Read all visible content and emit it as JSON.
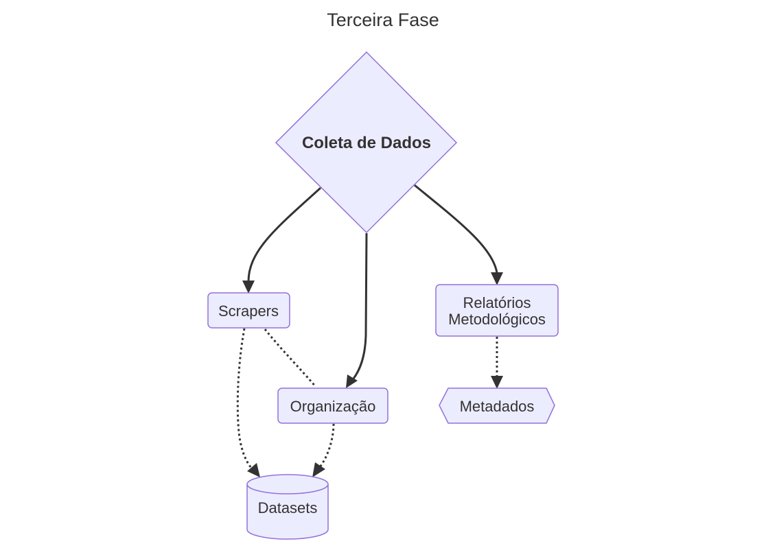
{
  "title": "Terceira Fase",
  "colors": {
    "node_fill": "#ECECFF",
    "node_stroke": "#9370DB",
    "edge": "#333333",
    "text": "#333333"
  },
  "nodes": {
    "coleta": {
      "label": "Coleta de Dados",
      "shape": "diamond"
    },
    "scrapers": {
      "label": "Scrapers",
      "shape": "rounded-rectangle"
    },
    "relatorios": {
      "label_line1": "Relatórios",
      "label_line2": "Metodológicos",
      "shape": "rounded-rectangle"
    },
    "organizacao": {
      "label": "Organização",
      "shape": "rounded-rectangle"
    },
    "metadados": {
      "label": "Metadados",
      "shape": "hexagon"
    },
    "datasets": {
      "label": "Datasets",
      "shape": "cylinder"
    }
  },
  "edges": [
    {
      "from": "Coleta de Dados",
      "to": "Scrapers",
      "style": "solid",
      "arrow": true
    },
    {
      "from": "Coleta de Dados",
      "to": "Organização",
      "style": "solid",
      "arrow": true
    },
    {
      "from": "Coleta de Dados",
      "to": "Relatórios Metodológicos",
      "style": "solid",
      "arrow": true
    },
    {
      "from": "Scrapers",
      "to": "Organização",
      "style": "dotted",
      "arrow": false
    },
    {
      "from": "Scrapers",
      "to": "Datasets",
      "style": "dotted",
      "arrow": true
    },
    {
      "from": "Organização",
      "to": "Datasets",
      "style": "dotted",
      "arrow": true
    },
    {
      "from": "Relatórios Metodológicos",
      "to": "Metadados",
      "style": "dotted",
      "arrow": true
    }
  ]
}
